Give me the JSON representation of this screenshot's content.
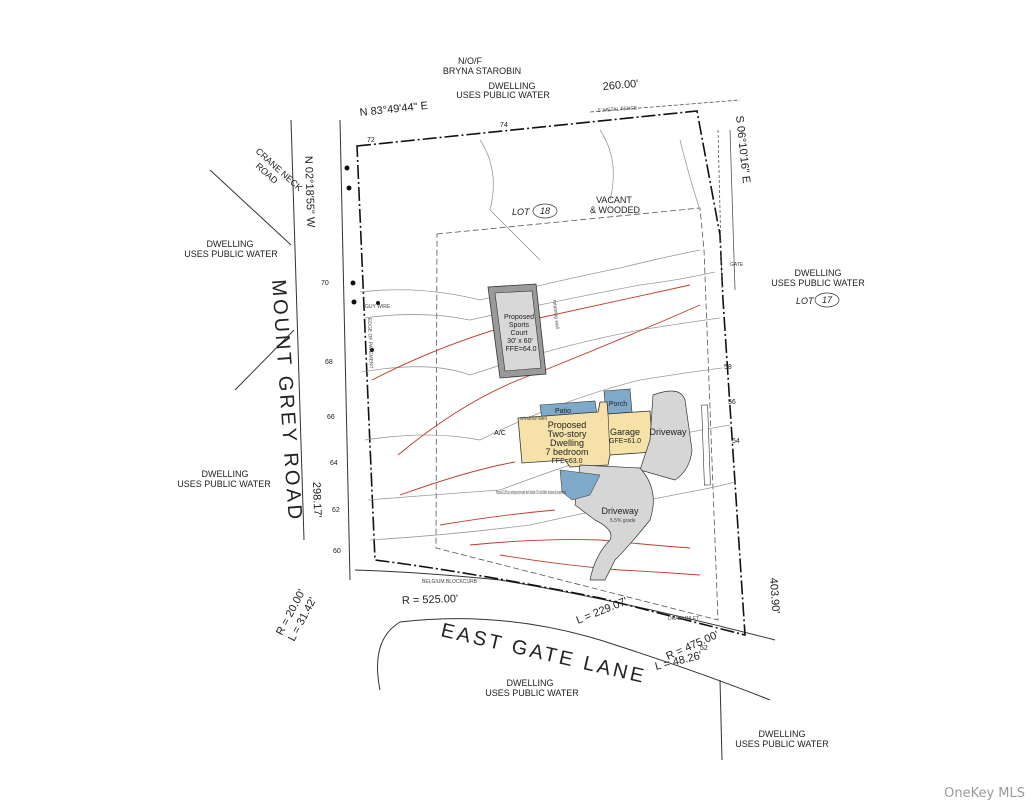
{
  "neighbors": {
    "north_owner": "N/O/F",
    "north_name": "BRYNA STAROBIN",
    "dwelling": "DWELLING",
    "uses_public_water": "USES PUBLIC WATER",
    "vacant": "VACANT",
    "wooded": "& WOODED"
  },
  "lots": {
    "lot18": "LOT",
    "lot18_num": "18",
    "lot17": "LOT",
    "lot17_num": "17"
  },
  "roads": {
    "crane_neck_1": "CRANE NECK",
    "crane_neck_2": "ROAD",
    "mount_grey": "MOUNT GREY ROAD",
    "east_gate": "EAST GATE LANE"
  },
  "bearings": {
    "north": "N 83°49'44\" E",
    "north_len": "260.00'",
    "east": "S 06°10'16\" E",
    "west": "N 02°18'55\" W",
    "west_len": "298.17'",
    "east_len": "403.90'"
  },
  "curves": {
    "c1_r": "R = 20.00'",
    "c1_l": "L = 31.42'",
    "c2_r": "R = 525.00'",
    "c2_l": "L = 229.07'",
    "c3_r": "R = 475.00'",
    "c3_l": "L = 48.26'"
  },
  "features": {
    "sports_1": "Proposed",
    "sports_2": "Sports",
    "sports_3": "Court",
    "sports_4": "30' x 60'",
    "sports_5": "FFE=64.0",
    "house_1": "Proposed",
    "house_2": "Two-story",
    "house_3": "Dwelling",
    "house_4": "7 bedroom",
    "house_5": "FFE=63.0",
    "garage_1": "Garage",
    "garage_2": "GFE=61.0",
    "patio": "Patio",
    "porch": "Porch",
    "driveway": "Driveway",
    "ac": "A/C",
    "tank": "Proposed 1,000 gal. underground propane tank. Maintain 10' to all utilities, structures & property lines",
    "belgium": "BELGIUM BLOCKCURB",
    "edge": "EDGE OF PAVEMENT",
    "metal_fence": "5' METAL FENCE",
    "guy_wire": "GUY WIRE",
    "drain": "DRAIN INLET",
    "gate": "GATE",
    "window_well": "window well",
    "retaining": "retaining wall",
    "grade": "5.5% grade"
  },
  "contours": [
    "72",
    "74",
    "70",
    "68",
    "66",
    "64",
    "62",
    "60",
    "58",
    "56",
    "54",
    "52"
  ],
  "watermark": "OneKey MLS"
}
